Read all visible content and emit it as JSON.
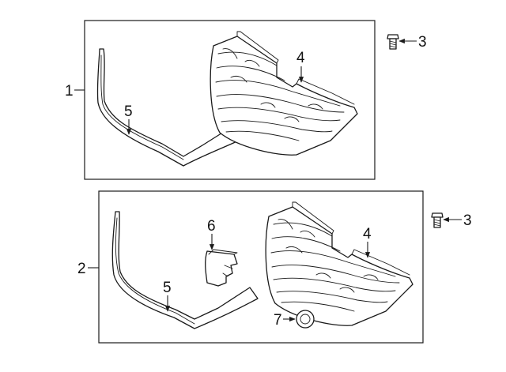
{
  "callouts": {
    "assembly_upper": "1",
    "assembly_lower": "2",
    "bolt_upper": "3",
    "bolt_lower": "3",
    "grille_upper": "4",
    "grille_lower": "4",
    "molding_upper": "5",
    "molding_lower": "5",
    "bracket": "6",
    "emblem_ring": "7"
  },
  "colors": {
    "line": "#1a1a1a",
    "background": "#ffffff"
  },
  "icons": [
    "bolt-icon",
    "grille-icon",
    "molding-icon",
    "bracket-icon",
    "emblem-ring-icon"
  ]
}
